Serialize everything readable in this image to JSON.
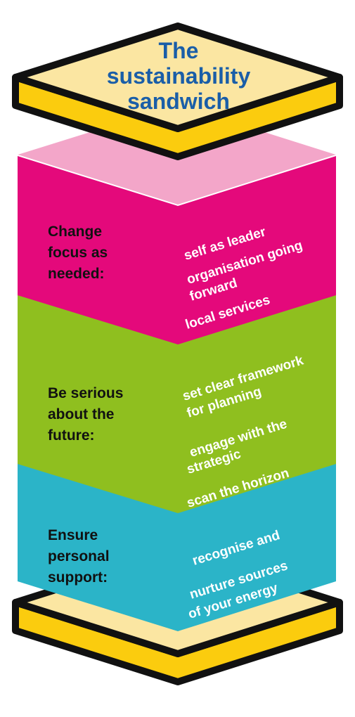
{
  "title": [
    "The",
    "sustainability",
    "sandwich"
  ],
  "layers": [
    {
      "label": [
        "Change",
        "focus as",
        "needed:"
      ],
      "items": [
        "self as leader",
        "organisation going",
        "forward",
        "local services"
      ],
      "color": "#e4097b"
    },
    {
      "label": [
        "Be serious",
        "about the",
        "future:"
      ],
      "items": [
        "set clear framework",
        "for planning",
        "engage with the",
        "strategic",
        "scan the horizon"
      ],
      "color": "#8fbf1f"
    },
    {
      "label": [
        "Ensure",
        "personal",
        "support:"
      ],
      "items": [
        "recognise and",
        "nurture sources",
        "of your energy"
      ],
      "color": "#2bb4c8"
    }
  ],
  "colors": {
    "bread_top": "#fbe6a2",
    "bread_side": "#fbcc0e",
    "outline": "#111111",
    "filling_top": "#f3a6c9",
    "title_text": "#1a5ea8"
  }
}
